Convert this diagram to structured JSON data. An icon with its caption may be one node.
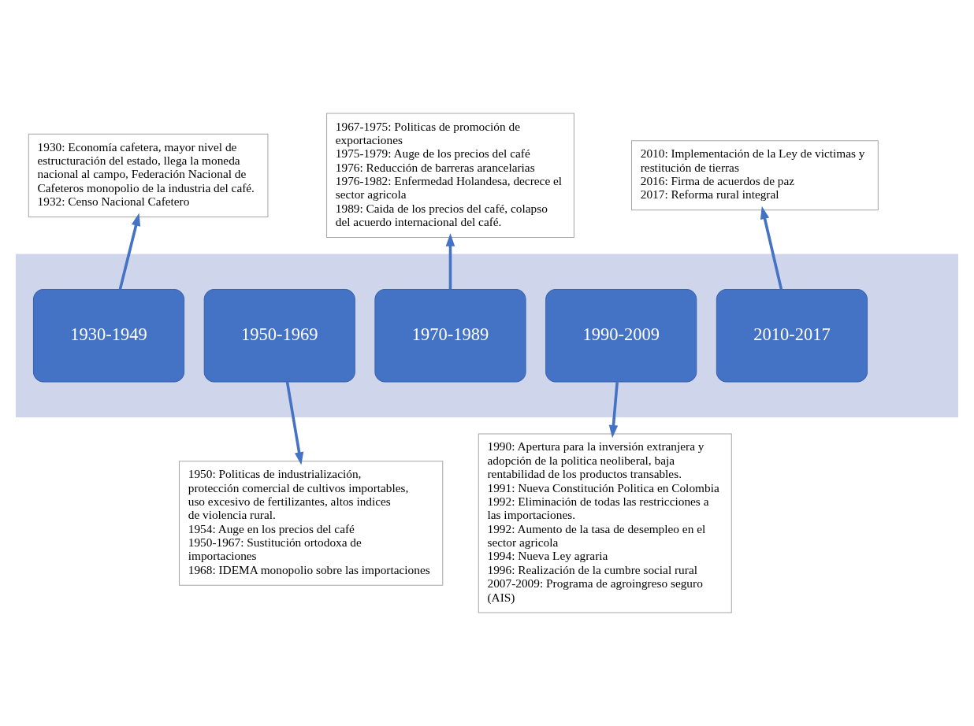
{
  "diagram": {
    "nodes": [
      {
        "text": [],
        "shape": "arrow"
      },
      {
        "text": [
          "1930-1949"
        ],
        "in": 0
      },
      {
        "text": [
          "1950-1969"
        ],
        "in": 0
      },
      {
        "text": [
          "1970-1989"
        ],
        "in": 0
      },
      {
        "text": [
          "1990-2009"
        ],
        "in": 0
      },
      {
        "text": [
          "2010-2017"
        ],
        "in": 0
      },
      {
        "text": [
          "1930: Economía cafetera, mayor nivel de estructuración del estado, llega la moneda nacional al campo, Federación Nacional de Cafeteros monopolio de la industria del café.",
          "1932: Censo Nacional Cafetero"
        ]
      },
      {
        "text": [
          "1967-1975: Politicas de promoción de exportaciones",
          "1975-1979: Auge de los precios del café",
          "1976: Reducción de barreras arancelarias",
          "1976-1982: Enfermedad Holandesa, decrece el sector agricola",
          "1989: Caida de los precios del café, colapso del acuerdo internacional del café."
        ]
      },
      {
        "text": [
          "2010: Implementación de la Ley de victimas y restitución de tierras",
          "2016: Firma de acuerdos de paz",
          "2017: Reforma rural integral"
        ]
      },
      {
        "text": [
          "1950: Politicas de industrialización, protección comercial de cultivos importables, uso excesivo de fertilizantes, altos indices de violencia rural.",
          "1954: Auge en los precios del café",
          "1950-1967: Sustitución ortodoxa de importaciones",
          "1968: IDEMA monopolio sobre las importaciones"
        ]
      },
      {
        "text": [
          "1990: Apertura para la inversión extranjera y adopción de la politica neoliberal, baja rentabilidad de los productos transables.",
          "1991: Nueva Constitución Politica en Colombia",
          "1992: Eliminación de todas las restricciones a las importaciones.",
          "1992: Aumento de la tasa de desempleo en el sector agricola",
          "1994: Nueva Ley agraria",
          "1996: Realización de la cumbre social rural",
          "2007-2009: Programa de agroingreso seguro (AIS)"
        ]
      }
    ],
    "edges": [
      {
        "from": 1,
        "to": 6,
        "arrow": "to"
      },
      {
        "from": 2,
        "to": 9,
        "arrow": "to"
      },
      {
        "from": 3,
        "to": 7,
        "arrow": "to"
      },
      {
        "from": 4,
        "to": 10,
        "arrow": "to"
      },
      {
        "from": 5,
        "to": 8,
        "arrow": "to"
      }
    ]
  }
}
